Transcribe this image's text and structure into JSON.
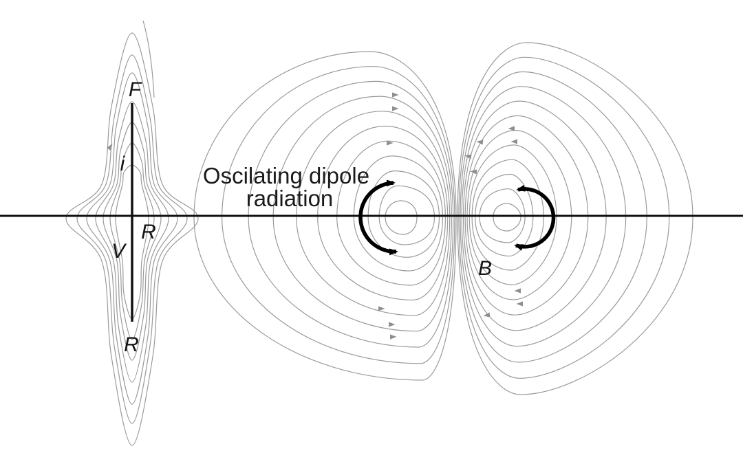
{
  "title": {
    "line1": "Oscilating dipole",
    "line2": "radiation"
  },
  "labels": {
    "f": "F",
    "i": "i",
    "r_upper": "R",
    "v": "V",
    "r_lower": "R",
    "b": "B"
  },
  "colors": {
    "background": "#ffffff",
    "field_line": "#9a9a9a",
    "flow_arrow": "#8f8f8f",
    "axis": "#111111",
    "antenna": "#111111",
    "oscillation_arrow": "#000000",
    "text": "#141414"
  }
}
